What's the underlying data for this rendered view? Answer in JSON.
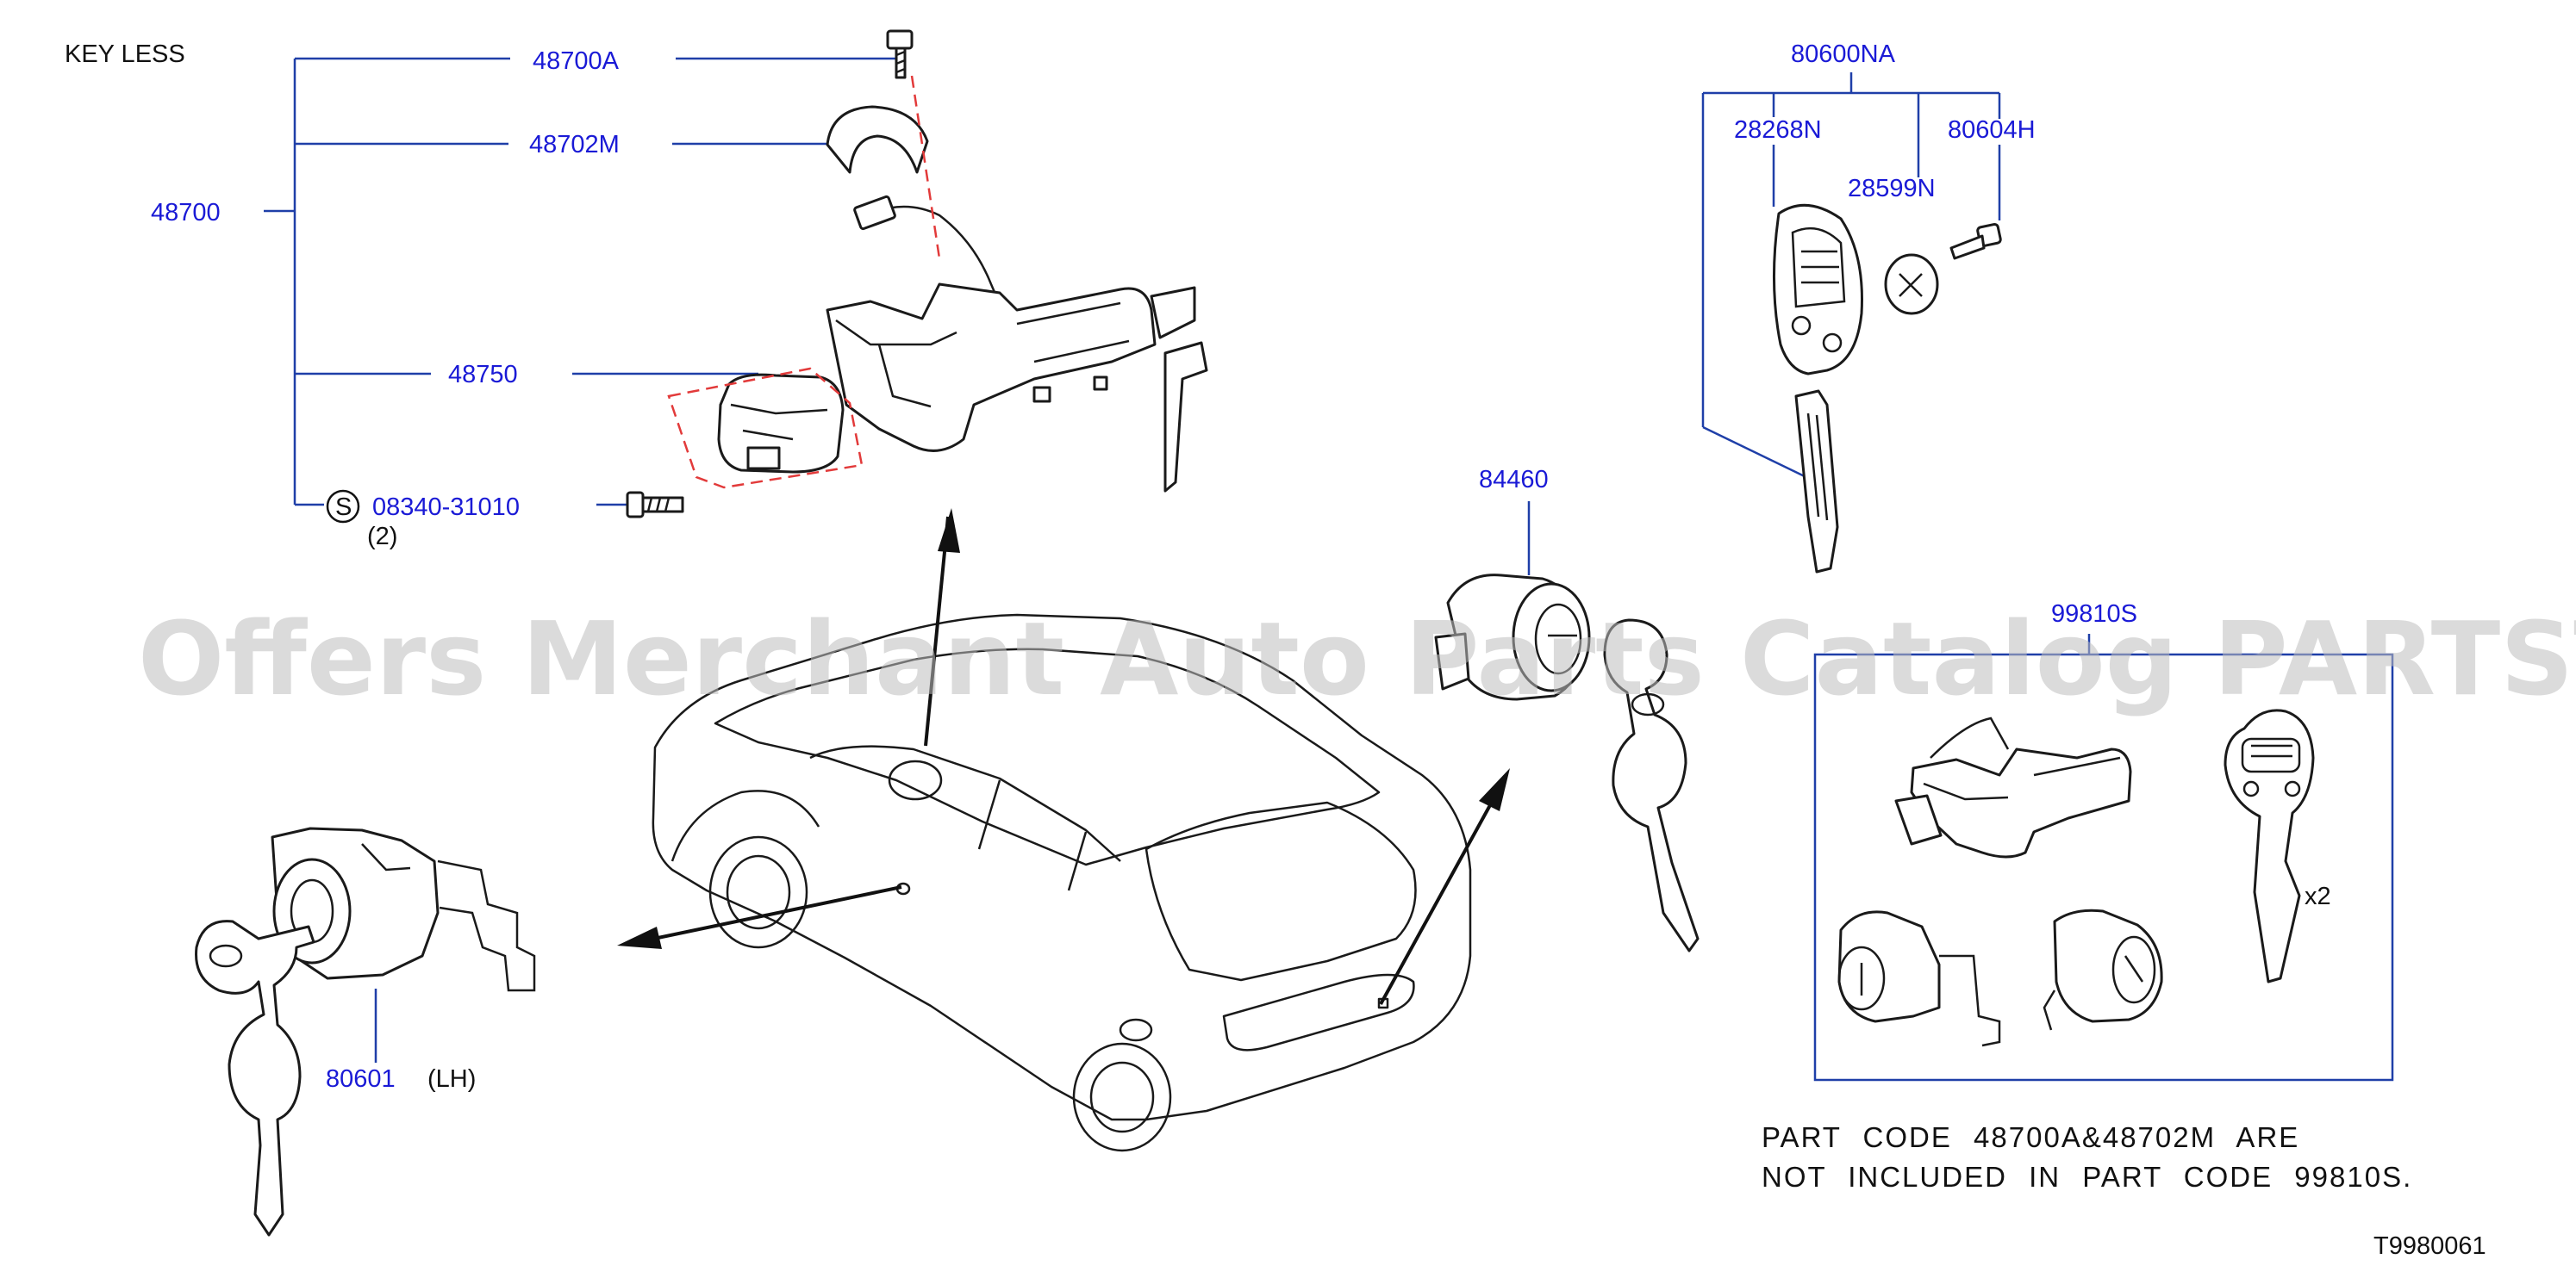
{
  "watermark": "Offers Merchant Auto Parts Catalog PARTSTORE.SA",
  "header": {
    "keyless": "KEY   LESS"
  },
  "callouts": {
    "p48700": "48700",
    "p48700a": "48700A",
    "p48702m": "48702M",
    "p48750": "48750",
    "screw_symbol": "S",
    "screw": "08340-31010",
    "screw_qty": "(2)",
    "p80600na": "80600NA",
    "p28268n": "28268N",
    "p28599n": "28599N",
    "p80604h": "80604H",
    "p84460": "84460",
    "p99810s": "99810S",
    "p80601": "80601",
    "p80601_side": "(LH)",
    "qty_x2": "x2"
  },
  "note": {
    "line1": "PART CODE 48700A&48702M ARE",
    "line2": "NOT INCLUDED IN PART CODE 99810S."
  },
  "diagram_code": "T9980061"
}
